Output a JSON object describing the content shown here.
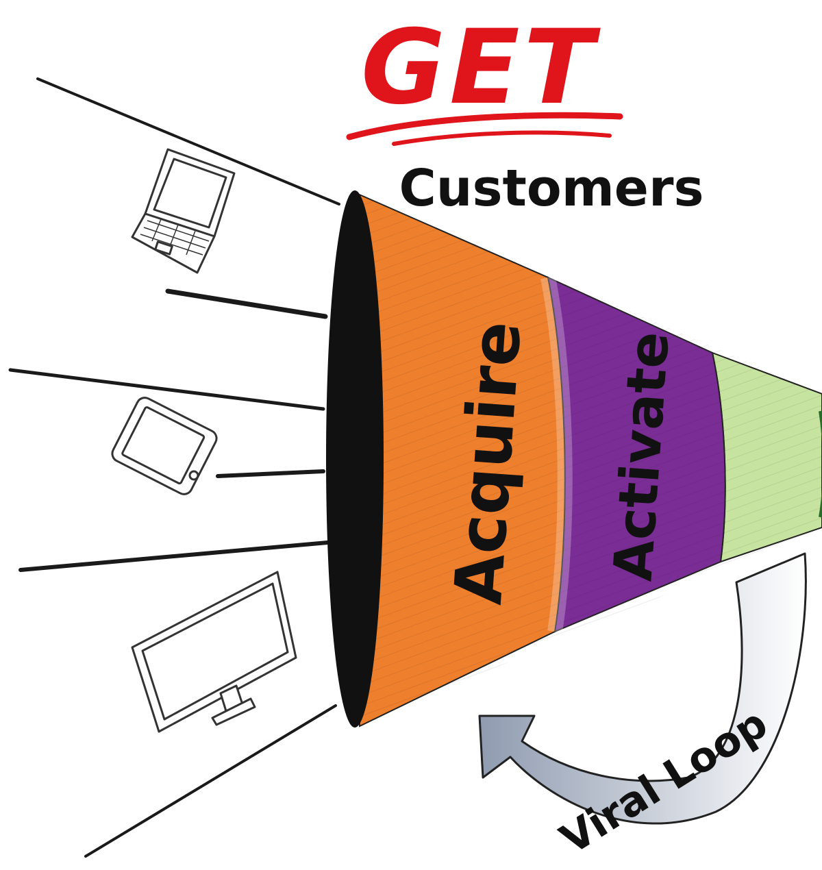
{
  "title": {
    "text": "GET",
    "color": "#e0141b"
  },
  "subtitle": {
    "text": "Customers",
    "color": "#111111"
  },
  "funnel": {
    "stages": [
      {
        "label": "Acquire",
        "color": "#ee7f2d"
      },
      {
        "label": "Activate",
        "color": "#7b2d96"
      },
      {
        "label": "",
        "color": "#c6e3a0"
      }
    ],
    "mouth_color": "#111111"
  },
  "loop": {
    "label": "Viral Loop",
    "color": "#b9c2cf"
  },
  "devices": [
    {
      "icon": "laptop-icon"
    },
    {
      "icon": "tablet-icon"
    },
    {
      "icon": "monitor-icon"
    }
  ],
  "ink_color": "#1a1a1a"
}
